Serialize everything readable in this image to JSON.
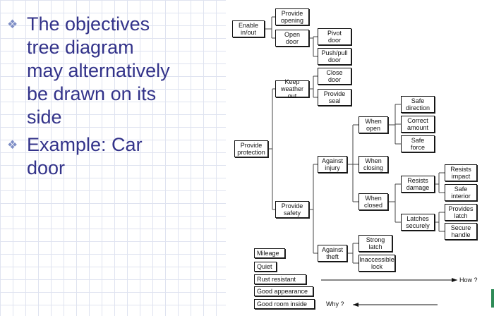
{
  "bullets": [
    {
      "icon": "diamond-bullet-icon",
      "text": "The objectives\ntree diagram\nmay alternatively\nbe drawn on its\nside"
    },
    {
      "icon": "diamond-bullet-icon",
      "text": "Example: Car\ndoor"
    }
  ],
  "tree": {
    "enable": "Enable\nin/out",
    "provide_opening": "Provide\nopening",
    "open_door": "Open\ndoor",
    "pivot_door": "Pivot\ndoor",
    "push_pull_door": "Push/pull\ndoor",
    "close_door": "Close\ndoor",
    "keep_weather_out": "Keep\nweather out",
    "provide_seal": "Provide\nseal",
    "provide_protection": "Provide\nprotection",
    "provide_safety": "Provide\nsafety",
    "against_injury": "Against\ninjury",
    "when_open": "When\nopen",
    "safe_direction": "Safe\ndirection",
    "correct_amount": "Correct\namount",
    "safe_force": "Safe\nforce",
    "when_closing": "When\nclosing",
    "when_closed": "When\nclosed",
    "resists_damage": "Resists\ndamage",
    "resists_impact": "Resists\nimpact",
    "safe_interior": "Safe\ninterior",
    "latches_securely": "Latches\nsecurely",
    "provides_latch": "Provides\nlatch",
    "secure_handle": "Secure\nhandle",
    "against_theft": "Against\ntheft",
    "strong_latch": "Strong\nlatch",
    "inaccessible_lock": "Inaccessible\nlock"
  },
  "criteria": [
    "Mileage",
    "Quiet",
    "Rust resistant",
    "Good appearance",
    "Good room inside"
  ],
  "axis": {
    "how": "How ?",
    "why": "Why ?"
  },
  "colors": {
    "bullet_text": "#33338a",
    "bullet_icon": "#7f8fc6",
    "grid": "#dfe3f0",
    "edge_accent": "#2e8b57"
  }
}
